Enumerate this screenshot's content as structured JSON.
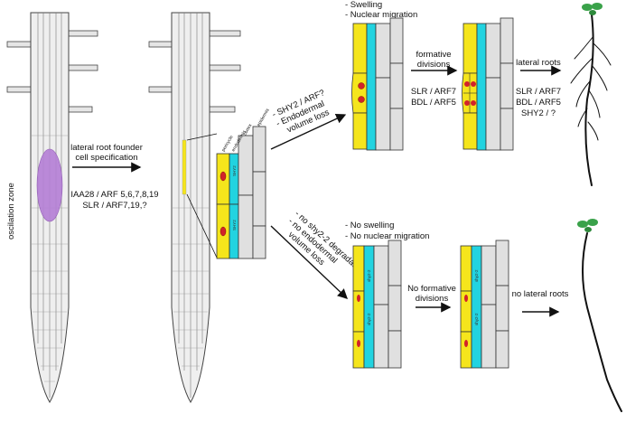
{
  "zone_label": "oscilation zone",
  "spec_arrow": {
    "title_line1": "lateral root founder",
    "title_line2": "cell specification",
    "genes_line1": "IAA28 / ARF 5,6,7,8,19",
    "genes_line2": "SLR / ARF7,19,?"
  },
  "cell_layers": [
    "pericycle",
    "endodermis",
    "cortex",
    "epidermis"
  ],
  "shy2_labels": {
    "wt": "SHY2",
    "mutant": "shy2-2"
  },
  "upper_branch": {
    "arrow_line1": "- SHY2 / ARF?",
    "arrow_line2": "- Endodermal",
    "arrow_line3": "volume loss",
    "notes_line1": "- Swelling",
    "notes_line2": "- Nuclear migration",
    "formative_line1": "formative",
    "formative_line2": "divisions",
    "formative_genes1": "SLR / ARF7",
    "formative_genes2": "BDL / ARF5",
    "lateral_title": "lateral roots",
    "lateral_genes1": "SLR / ARF7",
    "lateral_genes2": "BDL / ARF5",
    "lateral_genes3": "SHY2 /  ?"
  },
  "lower_branch": {
    "arrow_line1": "- no shy2-2 degradation",
    "arrow_line2": "- no endodermal",
    "arrow_line3": "volume loss",
    "notes_line1": "- No swelling",
    "notes_line2": "- No nuclear migration",
    "formative_line1": "No formative",
    "formative_line2": "divisions",
    "lateral_title": "no lateral roots"
  },
  "colors": {
    "pericycle": "#f5e51c",
    "endodermis": "#22d3e0",
    "cortex": "#e0e0e0",
    "founder_zone": "#b57fd6",
    "nucleus": "#d2232a",
    "leaf": "#3aa24a"
  }
}
